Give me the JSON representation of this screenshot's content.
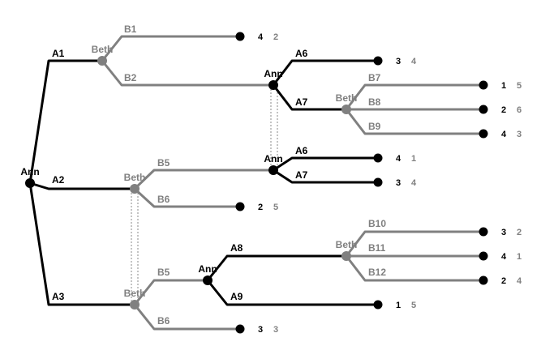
{
  "players": {
    "ann": {
      "name": "Ann",
      "color": "#000000"
    },
    "beth": {
      "name": "Beth",
      "color": "#808080"
    }
  },
  "nodes": [
    {
      "id": "n0",
      "player": "ann",
      "label": "Ann"
    },
    {
      "id": "n1",
      "player": "beth",
      "label": "Beth"
    },
    {
      "id": "n2",
      "player": "beth",
      "label": "Beth"
    },
    {
      "id": "n3",
      "player": "beth",
      "label": "Beth"
    },
    {
      "id": "n4",
      "player": "ann",
      "label": "Ann"
    },
    {
      "id": "n5",
      "player": "ann",
      "label": "Ann"
    },
    {
      "id": "n6",
      "player": "beth",
      "label": "Beth"
    },
    {
      "id": "n7",
      "player": "ann",
      "label": "Ann"
    },
    {
      "id": "n8",
      "player": "beth",
      "label": "Beth"
    }
  ],
  "moves": [
    {
      "label": "A1",
      "player": "ann"
    },
    {
      "label": "A2",
      "player": "ann"
    },
    {
      "label": "A3",
      "player": "ann"
    },
    {
      "label": "B1",
      "player": "beth"
    },
    {
      "label": "B2",
      "player": "beth"
    },
    {
      "label": "A6",
      "player": "ann"
    },
    {
      "label": "A7",
      "player": "ann"
    },
    {
      "label": "B7",
      "player": "beth"
    },
    {
      "label": "B8",
      "player": "beth"
    },
    {
      "label": "B9",
      "player": "beth"
    },
    {
      "label": "B5",
      "player": "beth"
    },
    {
      "label": "B6",
      "player": "beth"
    },
    {
      "label": "A6",
      "player": "ann"
    },
    {
      "label": "A7",
      "player": "ann"
    },
    {
      "label": "B5",
      "player": "beth"
    },
    {
      "label": "B6",
      "player": "beth"
    },
    {
      "label": "A8",
      "player": "ann"
    },
    {
      "label": "A9",
      "player": "ann"
    },
    {
      "label": "B10",
      "player": "beth"
    },
    {
      "label": "B11",
      "player": "beth"
    },
    {
      "label": "B12",
      "player": "beth"
    }
  ],
  "payoffs": [
    {
      "ann": "4",
      "beth": "2"
    },
    {
      "ann": "3",
      "beth": "4"
    },
    {
      "ann": "1",
      "beth": "5"
    },
    {
      "ann": "2",
      "beth": "6"
    },
    {
      "ann": "4",
      "beth": "3"
    },
    {
      "ann": "4",
      "beth": "1"
    },
    {
      "ann": "3",
      "beth": "4"
    },
    {
      "ann": "2",
      "beth": "5"
    },
    {
      "ann": "3",
      "beth": "2"
    },
    {
      "ann": "4",
      "beth": "1"
    },
    {
      "ann": "2",
      "beth": "4"
    },
    {
      "ann": "1",
      "beth": "5"
    },
    {
      "ann": "3",
      "beth": "3"
    }
  ]
}
